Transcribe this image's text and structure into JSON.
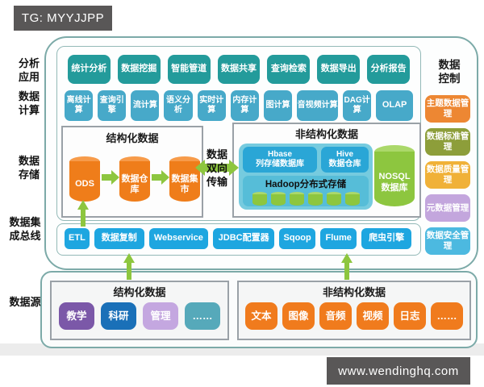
{
  "badges": {
    "top_left": "TG: MYYJJPP",
    "bottom_right": "www.wendinghq.com"
  },
  "left_labels": {
    "analysis": "分析应用",
    "compute": "数据计算",
    "storage": "数据存储",
    "bus": "数据集成总线",
    "source": "数据源"
  },
  "app_row": [
    "统计分析",
    "数据挖掘",
    "智能管道",
    "数据共享",
    "查询检索",
    "数据导出",
    "分析报告"
  ],
  "compute_row": [
    "离线计算",
    "查询引擎",
    "流计算",
    "语义分析",
    "实时计算",
    "内存计算",
    "图计算",
    "音视频计算",
    "DAG计算",
    "OLAP"
  ],
  "storage": {
    "structured": {
      "title": "结构化数据",
      "cylinders": [
        "ODS",
        "数据仓库",
        "数据集市"
      ]
    },
    "transfer_label": "数据双向传输",
    "unstructured": {
      "title": "非结构化数据",
      "hbase": {
        "name": "Hbase",
        "desc": "列存储数据库"
      },
      "hive": {
        "name": "Hive",
        "desc": "数据仓库"
      },
      "hadoop_label": "Hadoop分布式存储",
      "nosql": {
        "name": "NOSQL",
        "desc": "数据库"
      }
    }
  },
  "bus_row": [
    "ETL",
    "数据复制",
    "Webservice",
    "JDBC配置器",
    "Sqoop",
    "Flume",
    "爬虫引擎"
  ],
  "control": {
    "title": "数据控制",
    "items": [
      {
        "label": "主题数据管理",
        "color": "#ed8733"
      },
      {
        "label": "数据标准管理",
        "color": "#8d9e3a"
      },
      {
        "label": "数据质量管理",
        "color": "#f0b138"
      },
      {
        "label": "元数据管理",
        "color": "#c3a6dd"
      },
      {
        "label": "数据安全管理",
        "color": "#4cb9e0"
      }
    ]
  },
  "sources": {
    "structured": {
      "title": "结构化数据",
      "items": [
        {
          "label": "教学",
          "color": "#7b58a8"
        },
        {
          "label": "科研",
          "color": "#1a70b8"
        },
        {
          "label": "管理",
          "color": "#c4a7e0"
        },
        {
          "label": "……",
          "color": "#56a9ba"
        }
      ]
    },
    "unstructured": {
      "title": "非结构化数据",
      "items": [
        {
          "label": "文本",
          "color": "#f07b1d"
        },
        {
          "label": "图像",
          "color": "#f07b1d"
        },
        {
          "label": "音频",
          "color": "#f07b1d"
        },
        {
          "label": "视频",
          "color": "#f07b1d"
        },
        {
          "label": "日志",
          "color": "#f07b1d"
        },
        {
          "label": "……",
          "color": "#f07b1d"
        }
      ]
    }
  },
  "colors": {
    "app_box": "#239b9b",
    "compute_box": "#47a9c9",
    "bus_box": "#1ea6e0",
    "orange_cylinder": "#ef7d1a",
    "green_arrow": "#8dc63f",
    "blue_container": "#76cbdf",
    "hbase_hive_box": "#2aa6d6",
    "hadoop_box": "#56bdd8",
    "outer_border": "#7caaa8",
    "badge_bg": "#595757"
  }
}
